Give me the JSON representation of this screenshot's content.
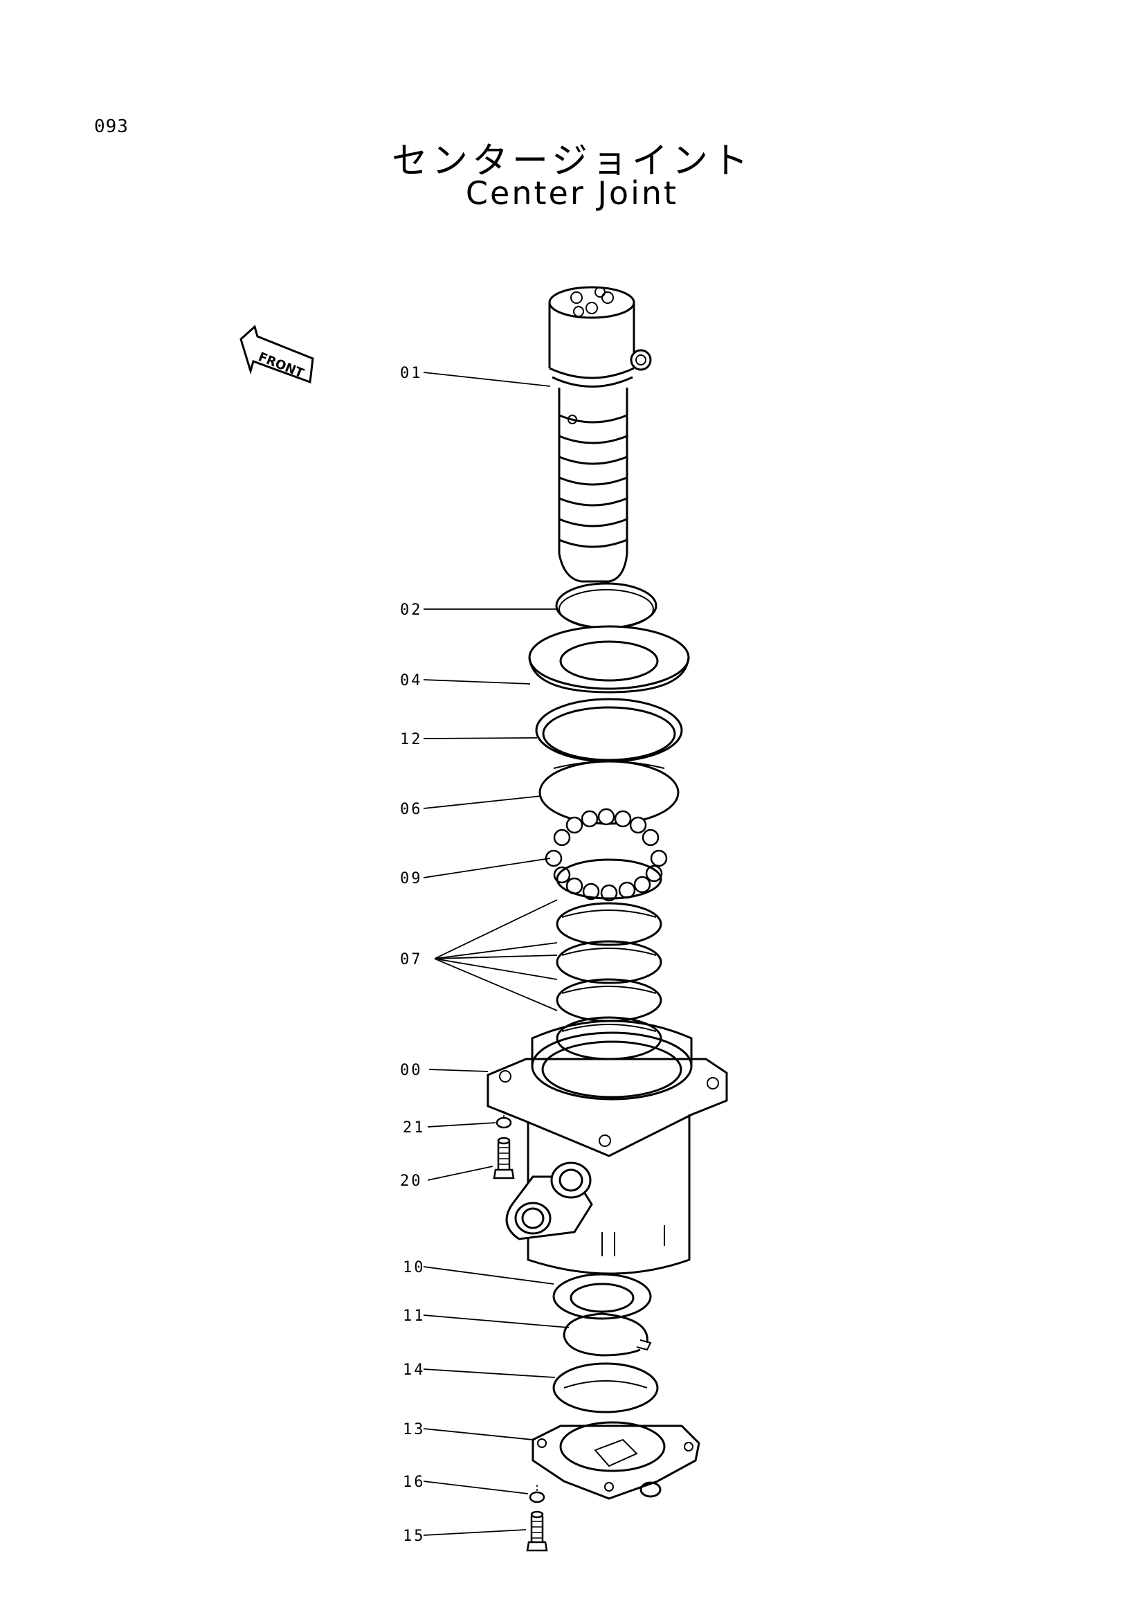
{
  "page": {
    "number": "093"
  },
  "title": {
    "japanese": "センタージョイント",
    "english": "Center Joint"
  },
  "front_label": "FRONT",
  "callouts": [
    {
      "id": "01",
      "text": "01"
    },
    {
      "id": "02",
      "text": "02"
    },
    {
      "id": "04",
      "text": "04"
    },
    {
      "id": "12",
      "text": "12"
    },
    {
      "id": "06",
      "text": "06"
    },
    {
      "id": "09",
      "text": "09"
    },
    {
      "id": "07",
      "text": "07"
    },
    {
      "id": "00",
      "text": "00"
    },
    {
      "id": "21",
      "text": "21"
    },
    {
      "id": "20",
      "text": "20"
    },
    {
      "id": "10",
      "text": "10"
    },
    {
      "id": "11",
      "text": "11"
    },
    {
      "id": "14",
      "text": "14"
    },
    {
      "id": "13",
      "text": "13"
    },
    {
      "id": "16",
      "text": "16"
    },
    {
      "id": "15",
      "text": "15"
    }
  ]
}
